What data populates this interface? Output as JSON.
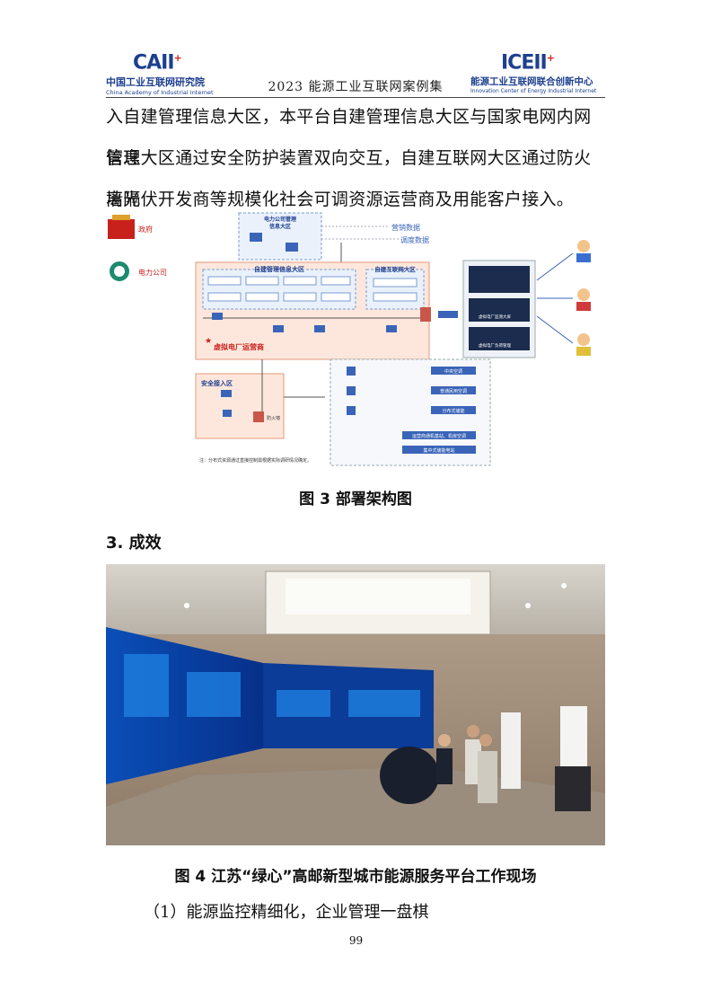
{
  "header": {
    "left_logo_mark": "CAII",
    "left_logo_cn": "中国工业互联网研究院",
    "left_logo_en": "China Academy of Industrial Internet",
    "title": "2023 能源工业互联网案例集",
    "right_logo_mark": "ICEII",
    "right_logo_cn": "能源工业互联网联合创新中心",
    "right_logo_en": "Innovation Center of Energy Industrial Internet"
  },
  "paragraph_lines": [
    "入自建管理信息大区，本平台自建管理信息大区与国家电网内网管理",
    "信息大区通过安全防护装置双向交互，自建互联网大区通过防火墙隔",
    "离光伏开发商等规模化社会可调资源运营商及用能客户接入。"
  ],
  "figure3": {
    "caption": "图 3  部署架构图",
    "gov_label": "政府",
    "grid_label": "电力公司",
    "top_zone_title": "电力公司管理\n信息大区",
    "marketing_data": "营销数据",
    "dispatch_data": "调度数据",
    "mgmt_zone_title": "自建管理信息大区",
    "internet_zone_title": "自建互联网大区",
    "vpp_operator": "虚拟电厂运营商",
    "security_zone_title": "安全接入区",
    "firewall_label": "防火墙",
    "screen_labels": [
      "虚拟电厂监测大屏",
      "虚拟电厂负荷管理"
    ],
    "resource_labels": [
      "中央空调",
      "普通民用空调",
      "分布式储能",
      "运营商通机基站、机房空调",
      "集中式储能电站"
    ],
    "footnote": "注：分布式资源通过直接控制需根据实际调研情况确定。"
  },
  "section_title": "3. 成效",
  "figure4": {
    "caption": "图 4  江苏“绿心”高邮新型城市能源服务平台工作现场"
  },
  "list_item": "（1）能源监控精细化，企业管理一盘棋",
  "page_number": "99"
}
